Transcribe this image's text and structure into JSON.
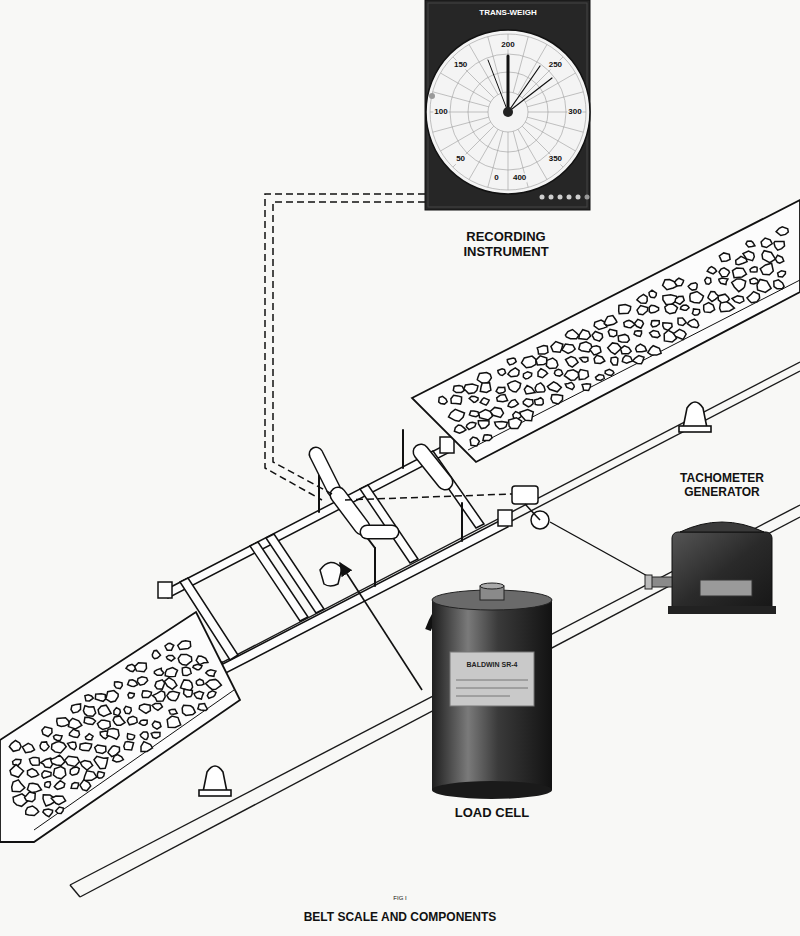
{
  "diagram": {
    "caption": "BELT SCALE AND COMPONENTS",
    "labels": [
      "TRANS-WEIGH",
      "0",
      "50",
      "100",
      "150",
      "200",
      "250",
      "300",
      "350",
      "400",
      "RECORDING INSTRUMENT",
      "TACHOMETER GENERATOR",
      "LOAD CELL",
      "BALDWIN SR-4",
      "FIG I"
    ]
  }
}
